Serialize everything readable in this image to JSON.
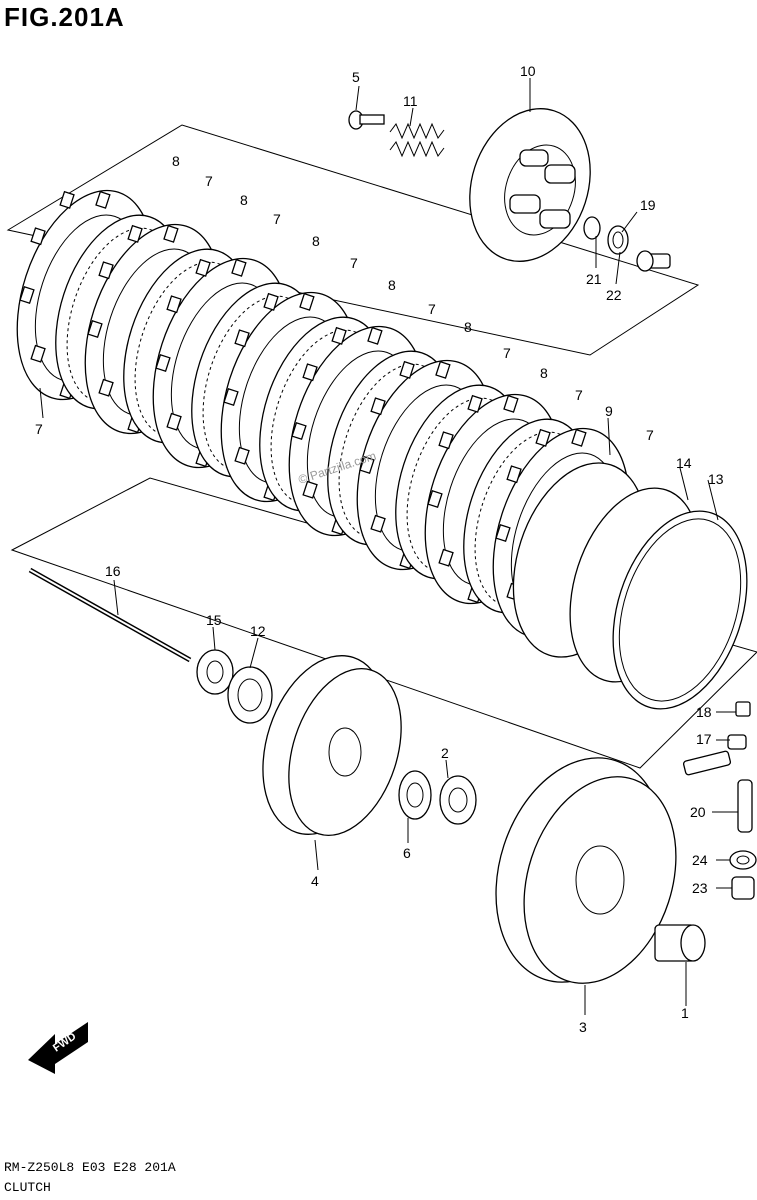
{
  "figure": {
    "title": "FIG.201A",
    "model_code": "RM-Z250L8 E03 E28 201A",
    "caption": "CLUTCH",
    "watermark": "© Partzilla.com",
    "fwd_label": "FWD"
  },
  "callouts": [
    {
      "id": "c1",
      "label": "1"
    },
    {
      "id": "c2",
      "label": "2"
    },
    {
      "id": "c3",
      "label": "3"
    },
    {
      "id": "c4",
      "label": "4"
    },
    {
      "id": "c5",
      "label": "5"
    },
    {
      "id": "c6",
      "label": "6"
    },
    {
      "id": "c7a",
      "label": "7"
    },
    {
      "id": "c7b",
      "label": "7"
    },
    {
      "id": "c7c",
      "label": "7"
    },
    {
      "id": "c7d",
      "label": "7"
    },
    {
      "id": "c7e",
      "label": "7"
    },
    {
      "id": "c7f",
      "label": "7"
    },
    {
      "id": "c7g",
      "label": "7"
    },
    {
      "id": "c7h",
      "label": "7"
    },
    {
      "id": "c8a",
      "label": "8"
    },
    {
      "id": "c8b",
      "label": "8"
    },
    {
      "id": "c8c",
      "label": "8"
    },
    {
      "id": "c8d",
      "label": "8"
    },
    {
      "id": "c8e",
      "label": "8"
    },
    {
      "id": "c8f",
      "label": "8"
    },
    {
      "id": "c9",
      "label": "9"
    },
    {
      "id": "c10",
      "label": "10"
    },
    {
      "id": "c11",
      "label": "11"
    },
    {
      "id": "c12",
      "label": "12"
    },
    {
      "id": "c13",
      "label": "13"
    },
    {
      "id": "c14",
      "label": "14"
    },
    {
      "id": "c15",
      "label": "15"
    },
    {
      "id": "c16",
      "label": "16"
    },
    {
      "id": "c17",
      "label": "17"
    },
    {
      "id": "c18",
      "label": "18"
    },
    {
      "id": "c19",
      "label": "19"
    },
    {
      "id": "c20",
      "label": "20"
    },
    {
      "id": "c21",
      "label": "21"
    },
    {
      "id": "c22",
      "label": "22"
    },
    {
      "id": "c23",
      "label": "23"
    },
    {
      "id": "c24",
      "label": "24"
    }
  ]
}
